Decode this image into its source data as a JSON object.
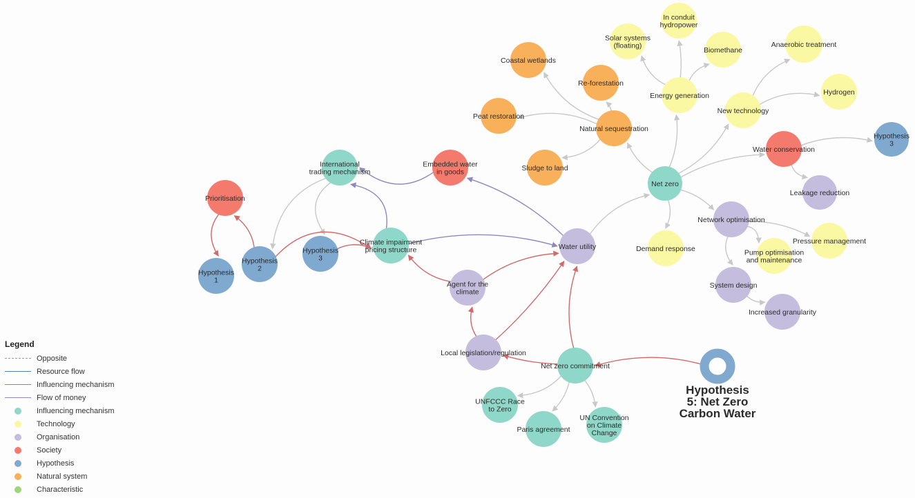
{
  "colors": {
    "influencing": "#8fd8c9",
    "technology": "#fbf8a4",
    "organisation": "#c5bddd",
    "society": "#f47a6e",
    "hypothesis": "#7fa9cf",
    "natural": "#f8b05a",
    "characteristic": "#9ed77a",
    "edge_grey": "#c8c8c8",
    "edge_red": "#d26a6a",
    "edge_money": "#8e87c2",
    "edge_resource": "#4f7fb5"
  },
  "legend": {
    "title": "Legend",
    "items": [
      {
        "label": "Opposite",
        "kind": "line-dashed",
        "color": "#9a9a9a"
      },
      {
        "label": "Resource flow",
        "kind": "line",
        "color": "#4f7fb5"
      },
      {
        "label": "Influencing mechanism",
        "kind": "line",
        "color": "#d26a6a"
      },
      {
        "label": "Flow of money",
        "kind": "line",
        "color": "#8e87c2"
      },
      {
        "label": "Influencing mechanism",
        "kind": "dot",
        "color": "#8fd8c9"
      },
      {
        "label": "Technology",
        "kind": "dot",
        "color": "#fbf8a4"
      },
      {
        "label": "Organisation",
        "kind": "dot",
        "color": "#c5bddd"
      },
      {
        "label": "Society",
        "kind": "dot",
        "color": "#f47a6e"
      },
      {
        "label": "Hypothesis",
        "kind": "dot",
        "color": "#7fa9cf"
      },
      {
        "label": "Natural system",
        "kind": "dot",
        "color": "#f8b05a"
      },
      {
        "label": "Characteristic",
        "kind": "dot",
        "color": "#9ed77a"
      }
    ]
  },
  "nodes": [
    {
      "id": "conduit",
      "lines": [
        "In conduit",
        "hydropower"
      ],
      "type": "technology"
    },
    {
      "id": "solar",
      "lines": [
        "Solar systems",
        "(floating)"
      ],
      "type": "technology"
    },
    {
      "id": "biomethane",
      "lines": [
        "Biomethane"
      ],
      "type": "technology"
    },
    {
      "id": "anaerobic",
      "lines": [
        "Anaerobic treatment"
      ],
      "type": "technology"
    },
    {
      "id": "hydrogen",
      "lines": [
        "Hydrogen"
      ],
      "type": "technology"
    },
    {
      "id": "energy",
      "lines": [
        "Energy generation"
      ],
      "type": "technology"
    },
    {
      "id": "newtech",
      "lines": [
        "New technology"
      ],
      "type": "technology"
    },
    {
      "id": "coastal",
      "lines": [
        "Coastal wetlands"
      ],
      "type": "natural"
    },
    {
      "id": "reforest",
      "lines": [
        "Re-forestation"
      ],
      "type": "natural"
    },
    {
      "id": "peat",
      "lines": [
        "Peat restoration"
      ],
      "type": "natural"
    },
    {
      "id": "natseq",
      "lines": [
        "Natural sequestration"
      ],
      "type": "natural"
    },
    {
      "id": "sludge",
      "lines": [
        "Sludge to land"
      ],
      "type": "natural"
    },
    {
      "id": "waterconv",
      "lines": [
        "Water conservation"
      ],
      "type": "society"
    },
    {
      "id": "hyp3r",
      "lines": [
        "Hypothesis",
        "3"
      ],
      "type": "hypothesis"
    },
    {
      "id": "netzero",
      "lines": [
        "Net zero"
      ],
      "type": "influencing"
    },
    {
      "id": "leakage",
      "lines": [
        "Leakage reduction"
      ],
      "type": "organisation"
    },
    {
      "id": "netopt",
      "lines": [
        "Network optimisation"
      ],
      "type": "organisation"
    },
    {
      "id": "pressure",
      "lines": [
        "Pressure management"
      ],
      "type": "technology"
    },
    {
      "id": "pump",
      "lines": [
        "Pump optimisation",
        "and maintenance"
      ],
      "type": "technology"
    },
    {
      "id": "demand",
      "lines": [
        "Demand response"
      ],
      "type": "technology"
    },
    {
      "id": "sysdesign",
      "lines": [
        "System design"
      ],
      "type": "organisation"
    },
    {
      "id": "granular",
      "lines": [
        "Increased granularity"
      ],
      "type": "organisation"
    },
    {
      "id": "intl",
      "lines": [
        "International",
        "trading mechanism"
      ],
      "type": "influencing"
    },
    {
      "id": "embedded",
      "lines": [
        "Embedded water",
        "in goods"
      ],
      "type": "society"
    },
    {
      "id": "prior",
      "lines": [
        "Prioritisation"
      ],
      "type": "society"
    },
    {
      "id": "hyp1",
      "lines": [
        "Hypothesis",
        "1"
      ],
      "type": "hypothesis"
    },
    {
      "id": "hyp2",
      "lines": [
        "Hypothesis",
        "2"
      ],
      "type": "hypothesis"
    },
    {
      "id": "hyp3l",
      "lines": [
        "Hypothesis",
        "3"
      ],
      "type": "hypothesis"
    },
    {
      "id": "climate",
      "lines": [
        "Climate impairment",
        "pricing structure"
      ],
      "type": "influencing"
    },
    {
      "id": "utility",
      "lines": [
        "Water utility"
      ],
      "type": "organisation"
    },
    {
      "id": "agent",
      "lines": [
        "Agent for the",
        "climate"
      ],
      "type": "organisation"
    },
    {
      "id": "local",
      "lines": [
        "Local legislation/regulation"
      ],
      "type": "organisation"
    },
    {
      "id": "nzcommit",
      "lines": [
        "Net zero commitment"
      ],
      "type": "influencing"
    },
    {
      "id": "unfccc",
      "lines": [
        "UNFCCC Race",
        "to Zero"
      ],
      "type": "influencing"
    },
    {
      "id": "paris",
      "lines": [
        "Paris agreement"
      ],
      "type": "influencing"
    },
    {
      "id": "unconv",
      "lines": [
        "UN Convention",
        "on Climate",
        "Change"
      ],
      "type": "influencing"
    },
    {
      "id": "hyp5",
      "lines": [
        "Hypothesis",
        "5: Net Zero",
        "Carbon Water"
      ],
      "type": "hypothesis-root"
    }
  ],
  "edges": [
    {
      "from": "netzero",
      "to": "natseq",
      "kind": "grey"
    },
    {
      "from": "netzero",
      "to": "energy",
      "kind": "grey"
    },
    {
      "from": "netzero",
      "to": "newtech",
      "kind": "grey"
    },
    {
      "from": "netzero",
      "to": "waterconv",
      "kind": "grey"
    },
    {
      "from": "netzero",
      "to": "netopt",
      "kind": "grey"
    },
    {
      "from": "netzero",
      "to": "demand",
      "kind": "grey"
    },
    {
      "from": "utility",
      "to": "netzero",
      "kind": "grey"
    },
    {
      "from": "natseq",
      "to": "coastal",
      "kind": "grey"
    },
    {
      "from": "natseq",
      "to": "reforest",
      "kind": "grey"
    },
    {
      "from": "natseq",
      "to": "peat",
      "kind": "grey"
    },
    {
      "from": "natseq",
      "to": "sludge",
      "kind": "grey"
    },
    {
      "from": "energy",
      "to": "solar",
      "kind": "grey"
    },
    {
      "from": "energy",
      "to": "conduit",
      "kind": "grey"
    },
    {
      "from": "energy",
      "to": "biomethane",
      "kind": "grey"
    },
    {
      "from": "newtech",
      "to": "anaerobic",
      "kind": "grey"
    },
    {
      "from": "newtech",
      "to": "hydrogen",
      "kind": "grey"
    },
    {
      "from": "waterconv",
      "to": "hyp3r",
      "kind": "grey"
    },
    {
      "from": "waterconv",
      "to": "leakage",
      "kind": "grey"
    },
    {
      "from": "netopt",
      "to": "pressure",
      "kind": "grey"
    },
    {
      "from": "netopt",
      "to": "pump",
      "kind": "grey"
    },
    {
      "from": "netopt",
      "to": "sysdesign",
      "kind": "grey"
    },
    {
      "from": "sysdesign",
      "to": "granular",
      "kind": "grey"
    },
    {
      "from": "intl",
      "to": "hyp2",
      "kind": "grey"
    },
    {
      "from": "intl",
      "to": "hyp3l",
      "kind": "grey"
    },
    {
      "from": "nzcommit",
      "to": "unfccc",
      "kind": "grey"
    },
    {
      "from": "nzcommit",
      "to": "paris",
      "kind": "grey"
    },
    {
      "from": "nzcommit",
      "to": "unconv",
      "kind": "grey"
    },
    {
      "from": "prior",
      "to": "hyp1",
      "kind": "red"
    },
    {
      "from": "hyp2",
      "to": "prior",
      "kind": "red"
    },
    {
      "from": "hyp2",
      "to": "climate",
      "kind": "red"
    },
    {
      "from": "hyp3l",
      "to": "climate",
      "kind": "red"
    },
    {
      "from": "agent",
      "to": "climate",
      "kind": "red"
    },
    {
      "from": "agent",
      "to": "utility",
      "kind": "red"
    },
    {
      "from": "local",
      "to": "agent",
      "kind": "red"
    },
    {
      "from": "local",
      "to": "utility",
      "kind": "red"
    },
    {
      "from": "nzcommit",
      "to": "local",
      "kind": "red"
    },
    {
      "from": "nzcommit",
      "to": "utility",
      "kind": "red"
    },
    {
      "from": "hyp5",
      "to": "nzcommit",
      "kind": "red"
    },
    {
      "from": "embedded",
      "to": "intl",
      "kind": "money"
    },
    {
      "from": "utility",
      "to": "embedded",
      "kind": "money"
    },
    {
      "from": "climate",
      "to": "intl",
      "kind": "money"
    },
    {
      "from": "climate",
      "to": "utility",
      "kind": "money"
    }
  ]
}
